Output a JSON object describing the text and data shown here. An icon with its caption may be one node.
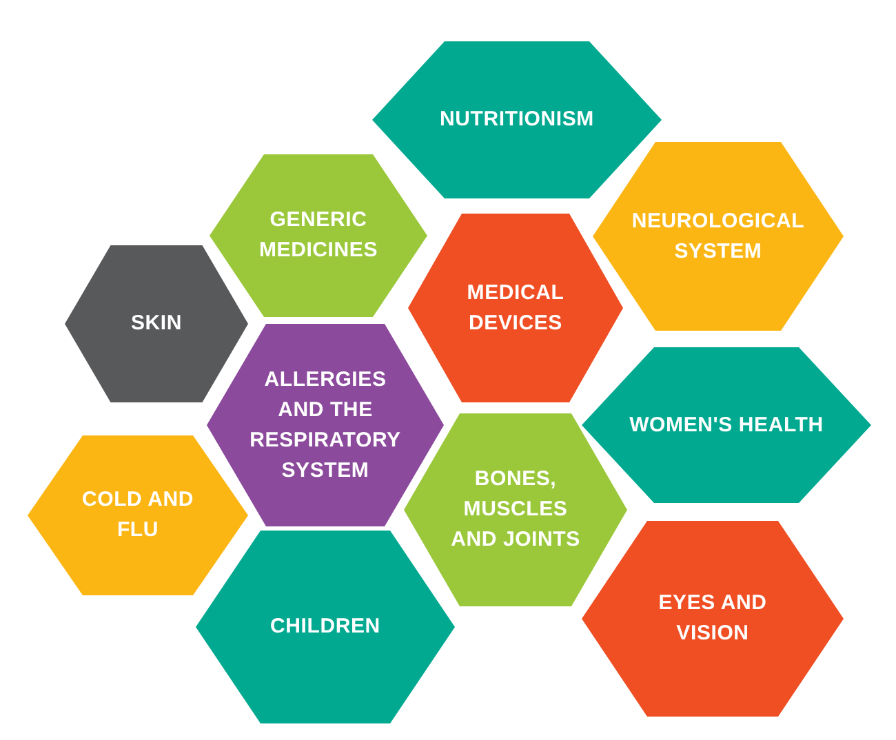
{
  "diagram": {
    "nodes": [
      {
        "text": [
          "NUTRITIONISM"
        ]
      },
      {
        "text": [
          "GENERIC MEDICINES"
        ]
      },
      {
        "text": [
          "NEUROLOGICAL SYSTEM"
        ]
      },
      {
        "text": [
          "MEDICAL DEVICES"
        ]
      },
      {
        "text": [
          "SKIN"
        ]
      },
      {
        "text": [
          "ALLERGIES AND THE RESPIRATORY SYSTEM"
        ]
      },
      {
        "text": [
          "WOMEN'S HEALTH"
        ]
      },
      {
        "text": [
          "COLD AND FLU"
        ]
      },
      {
        "text": [
          "BONES, MUSCLES AND JOINTS"
        ]
      },
      {
        "text": [
          "CHILDREN"
        ]
      },
      {
        "text": [
          "EYES AND VISION"
        ]
      }
    ]
  }
}
